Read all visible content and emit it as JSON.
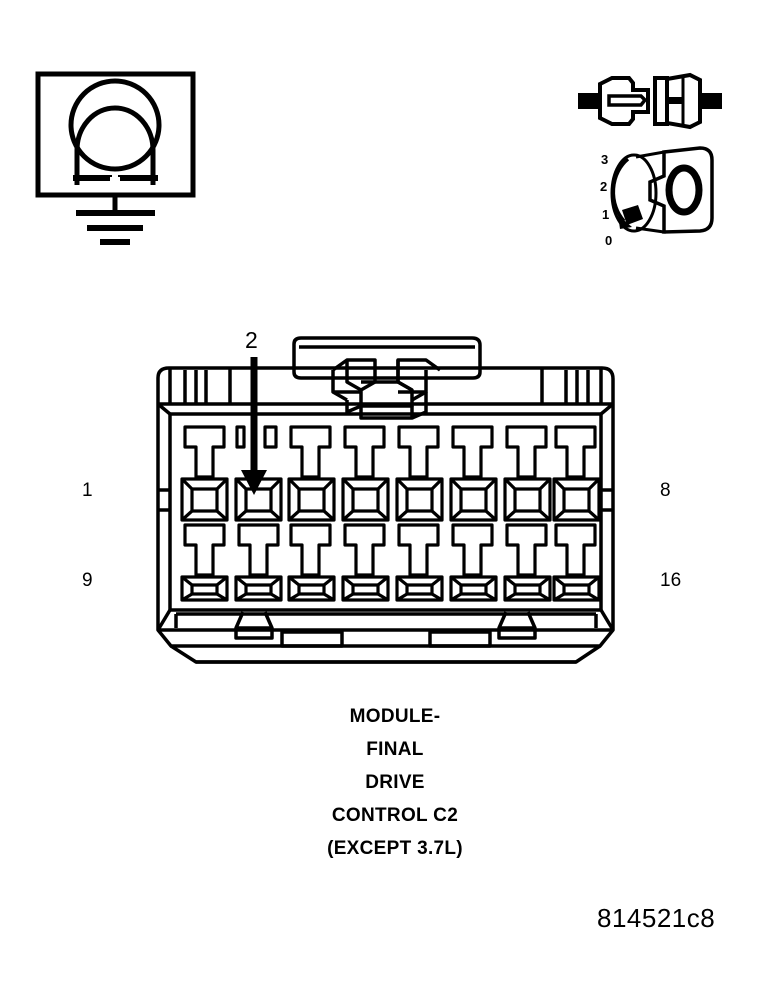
{
  "document": {
    "type": "automotive-connector-pinout-diagram",
    "reference_number": "814521c8"
  },
  "icons": {
    "ground_symbol": {
      "name": "ohm-ground-symbol",
      "description": "Omega (ohm) resistance symbol in a box over a chassis ground"
    },
    "connector_symbol": {
      "name": "inline-connector-symbol",
      "description": "Two-piece inline electrical connector with leads"
    },
    "rotary_switch": {
      "name": "rotary-switch-symbol",
      "face_label": "0",
      "position_labels": [
        "3",
        "2",
        "1",
        "0"
      ]
    }
  },
  "connector": {
    "name": "MODULE-FINAL DRIVE CONTROL C2",
    "cavity_columns": 8,
    "cavity_rows": 2,
    "total_cavities": 16,
    "corner_labels": {
      "top_left": "1",
      "top_right": "8",
      "bottom_left": "9",
      "bottom_right": "16"
    },
    "callout": {
      "label": "2",
      "target_row": 1,
      "target_column": 2,
      "description": "Arrow pointing to cavity 2 in the top row"
    }
  },
  "caption": {
    "lines": [
      "MODULE-",
      "FINAL",
      "DRIVE",
      "CONTROL C2",
      "(EXCEPT 3.7L)"
    ]
  },
  "colors": {
    "line": "#000000",
    "background": "#ffffff"
  }
}
